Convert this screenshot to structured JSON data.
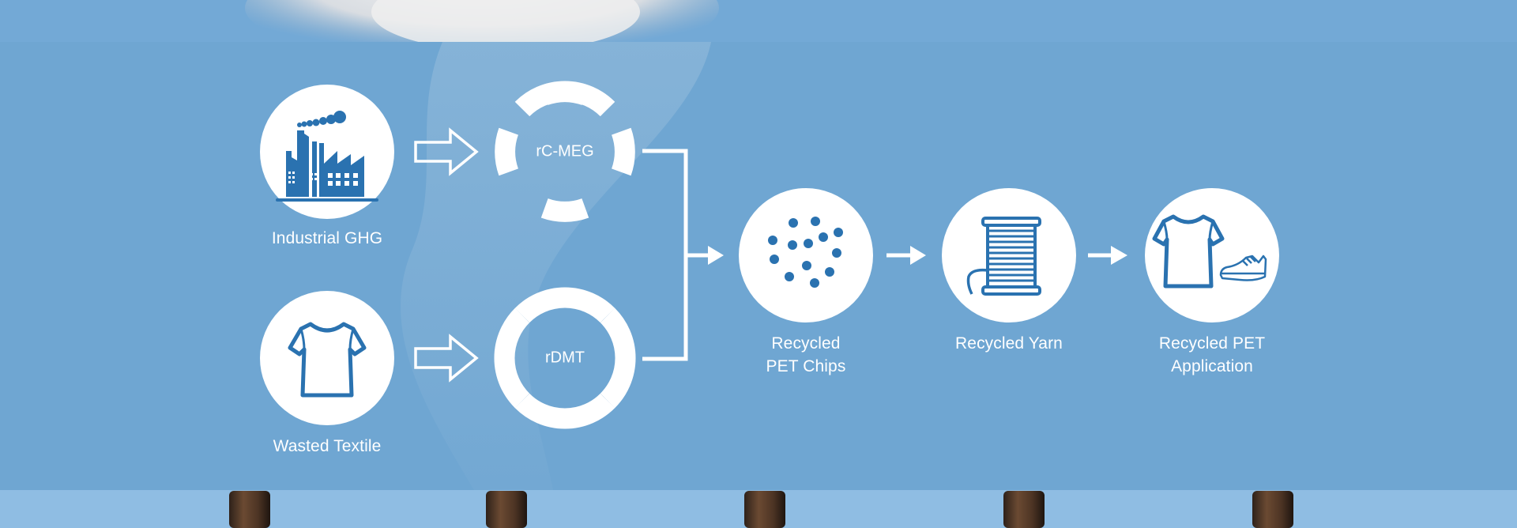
{
  "diagram": {
    "title": "Recycled PET process flow",
    "colors": {
      "background_band": "#6fa6d2",
      "sky_light": "#8fbde3",
      "icon_blue": "#2a72b0",
      "white": "#ffffff",
      "chimney": "#4a3526"
    },
    "sources": [
      {
        "id": "industrial-ghg",
        "label": "Industrial GHG",
        "icon": "factory-icon"
      },
      {
        "id": "wasted-textile",
        "label": "Wasted Textile",
        "icon": "tshirt-icon"
      }
    ],
    "intermediates": [
      {
        "id": "rc-meg",
        "label": "rC-MEG",
        "icon": "segmented-ring-icon"
      },
      {
        "id": "rdmt",
        "label": "rDMT",
        "icon": "segmented-ring-icon"
      }
    ],
    "products": [
      {
        "id": "pet-chips",
        "label": "Recycled\nPET Chips",
        "icon": "pellets-icon"
      },
      {
        "id": "yarn",
        "label": "Recycled Yarn",
        "icon": "thread-spool-icon"
      },
      {
        "id": "application",
        "label": "Recycled PET\nApplication",
        "icon": "tshirt-and-sneaker-icon"
      }
    ],
    "connectors": [
      {
        "from": "industrial-ghg",
        "to": "rc-meg",
        "style": "outline-arrow"
      },
      {
        "from": "wasted-textile",
        "to": "rdmt",
        "style": "outline-arrow"
      },
      {
        "from": [
          "rc-meg",
          "rdmt"
        ],
        "to": "pet-chips",
        "style": "bracket-merge-arrow"
      },
      {
        "from": "pet-chips",
        "to": "yarn",
        "style": "solid-arrow"
      },
      {
        "from": "yarn",
        "to": "application",
        "style": "solid-arrow"
      }
    ]
  }
}
